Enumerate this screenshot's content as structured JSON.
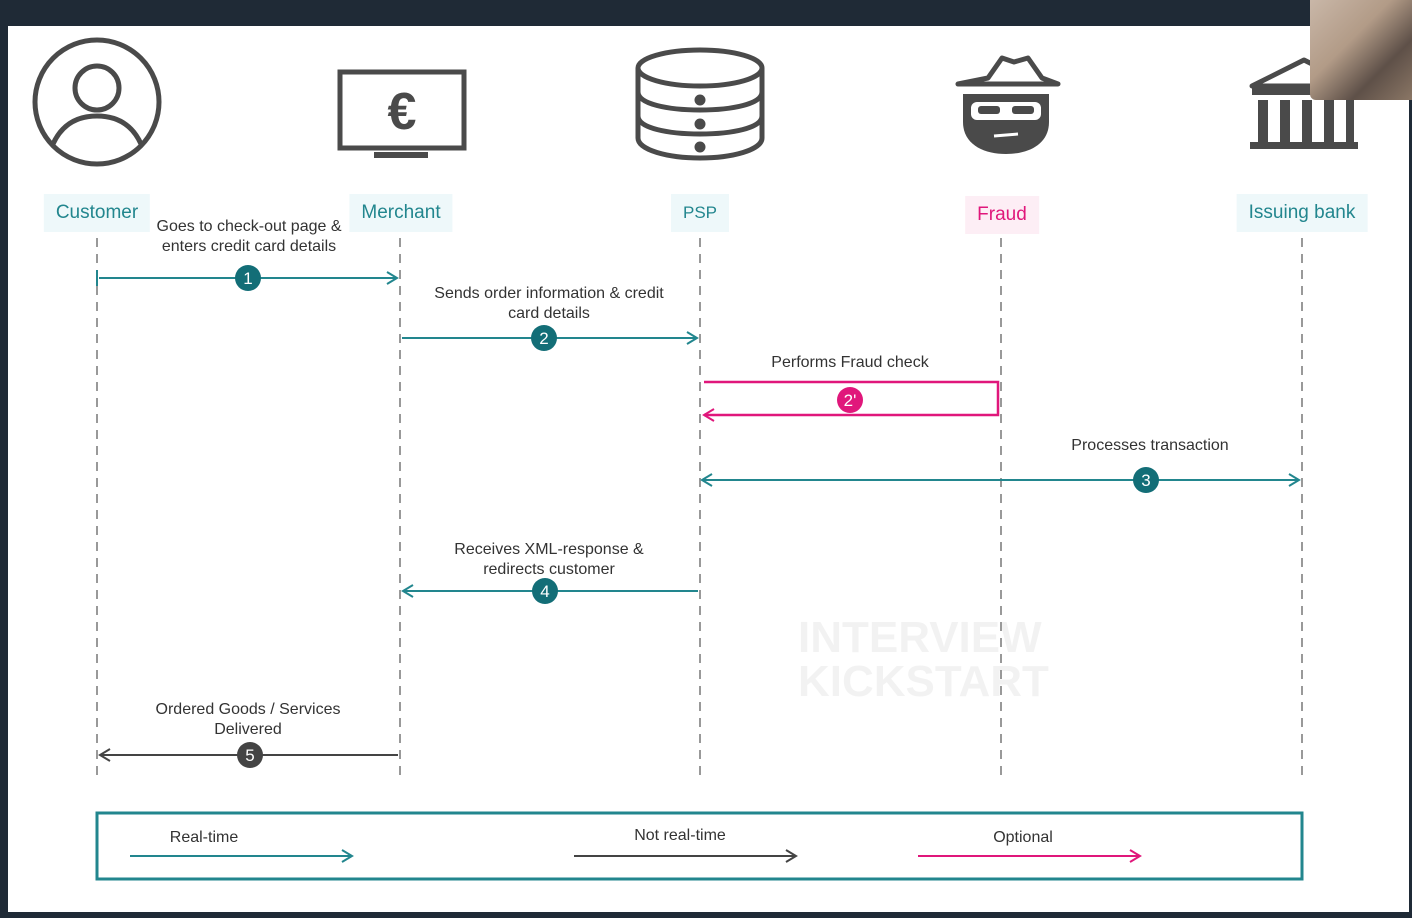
{
  "actors": [
    {
      "id": "customer",
      "label": "Customer",
      "color": "#22868e",
      "icon": "user-icon"
    },
    {
      "id": "merchant",
      "label": "Merchant",
      "color": "#22868e",
      "icon": "euro-monitor-icon"
    },
    {
      "id": "psp",
      "label": "PSP",
      "color": "#22868e",
      "icon": "database-icon"
    },
    {
      "id": "fraud",
      "label": "Fraud",
      "color": "#e0177b",
      "icon": "fraudster-icon"
    },
    {
      "id": "issuing_bank",
      "label": "Issuing bank",
      "color": "#22868e",
      "icon": "bank-icon"
    }
  ],
  "messages": [
    {
      "step": "1",
      "from": "customer",
      "to": "merchant",
      "text": "Goes to check-out page &\nenters credit card details",
      "kind": "real-time"
    },
    {
      "step": "2",
      "from": "merchant",
      "to": "psp",
      "text": "Sends order information & credit\ncard details",
      "kind": "real-time"
    },
    {
      "step": "2'",
      "from": "psp",
      "to": "fraud",
      "text": "Performs Fraud check",
      "kind": "optional"
    },
    {
      "step": "3",
      "from": "psp",
      "to": "issuing_bank",
      "text": "Processes transaction",
      "kind": "real-time"
    },
    {
      "step": "4",
      "from": "psp",
      "to": "merchant",
      "text": "Receives XML-response &\nredirects customer",
      "kind": "real-time"
    },
    {
      "step": "5",
      "from": "merchant",
      "to": "customer",
      "text": "Ordered Goods / Services\nDelivered",
      "kind": "not-real-time"
    }
  ],
  "legend": {
    "real_time": "Real-time",
    "not_real_time": "Not real-time",
    "optional": "Optional"
  },
  "colors": {
    "real_time": "#22868e",
    "not_real_time": "#444444",
    "optional": "#e0177b",
    "icon": "#4a4a4a",
    "lifeline": "#999999"
  },
  "watermark": "INTERVIEW\nKICKSTART"
}
